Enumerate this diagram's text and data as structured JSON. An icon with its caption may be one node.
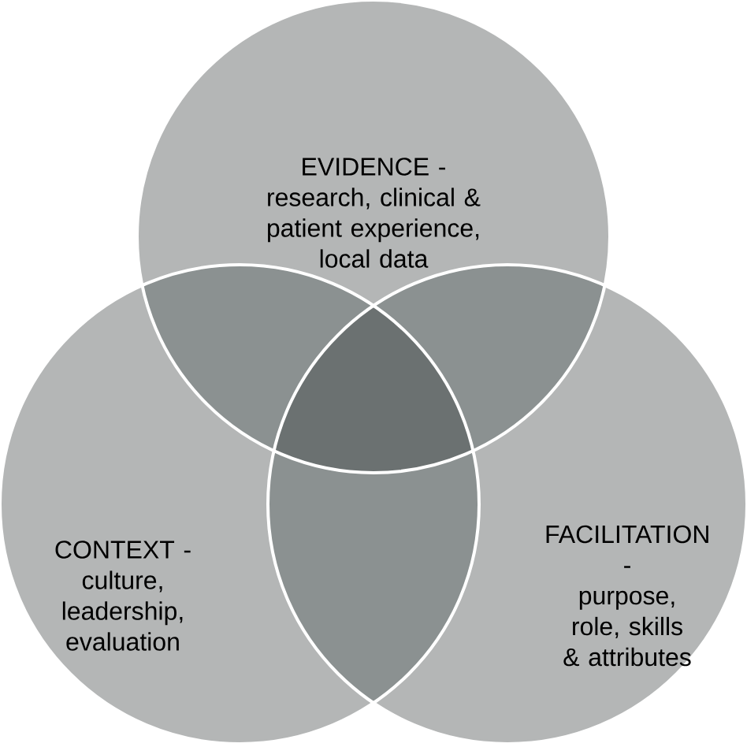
{
  "diagram": {
    "nodes": [
      {
        "text": [
          "EVIDENCE -",
          "research, clinical & patient experience, local data"
        ]
      },
      {
        "text": [
          "CONTEXT -",
          "culture, leadership, evaluation"
        ]
      },
      {
        "text": [
          "FACILITATION -",
          "purpose, role, skills & attributes"
        ]
      }
    ]
  }
}
